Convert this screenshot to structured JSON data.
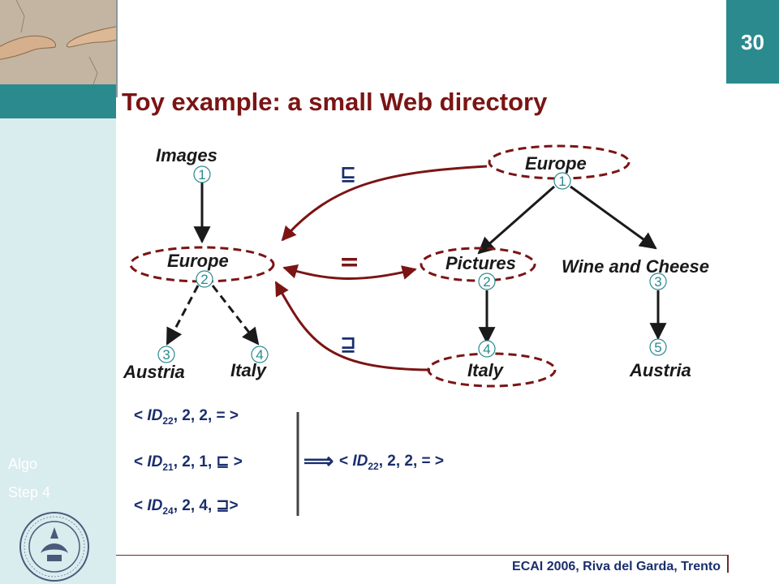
{
  "slide": {
    "number": "30",
    "title": "Toy example: a  small Web directory",
    "side_labels": [
      "Algo",
      "Step 4"
    ],
    "footer": "ECAI 2006, Riva del Garda, Trento"
  },
  "diagram": {
    "left_tree": {
      "nodes": [
        {
          "label": "Images",
          "num": "1"
        },
        {
          "label": "Europe",
          "num": "2"
        },
        {
          "label": "Austria",
          "num": "3"
        },
        {
          "label": "Italy",
          "num": "4"
        }
      ]
    },
    "right_tree": {
      "nodes": [
        {
          "label": "Europe",
          "num": "1"
        },
        {
          "label": "Pictures",
          "num": "2"
        },
        {
          "label": "Wine and Cheese",
          "num": "3"
        },
        {
          "label": "Italy",
          "num": "4"
        },
        {
          "label": "Austria",
          "num": "5"
        }
      ]
    },
    "relations": {
      "subset": "⊑",
      "equal": "=",
      "superset": "⊒"
    }
  },
  "tuples": [
    {
      "lt": "< ",
      "id": "ID",
      "sub": "22",
      "rest": ", 2, 2, = >"
    },
    {
      "lt": "< ",
      "id": "ID",
      "sub": "21",
      "rest": ", 2, 1, ⊑ >"
    },
    {
      "lt": "< ",
      "id": "ID",
      "sub": "24",
      "rest": ", 2, 4, ⊒>"
    }
  ],
  "implies": "⟹",
  "result": {
    "lt": "< ",
    "id": "ID",
    "sub": "22",
    "rest": ", 2, 2, = >"
  },
  "colors": {
    "teal": "#2a8a8e",
    "maroon": "#7b1414",
    "navy": "#1a2e6e",
    "sidebar": "#d9ecee"
  }
}
